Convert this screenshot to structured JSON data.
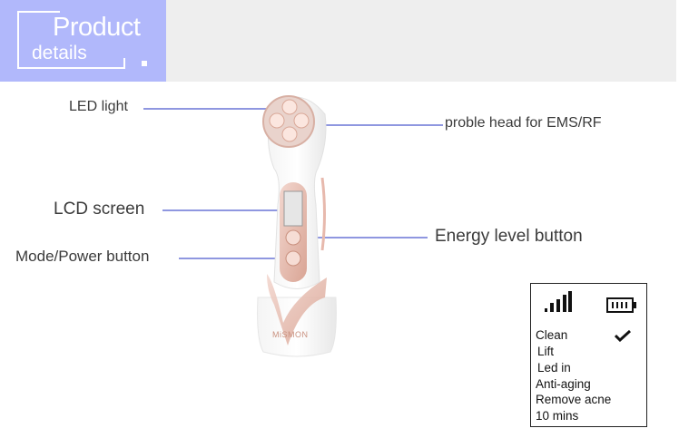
{
  "header": {
    "title": "Product",
    "subtitle": "details",
    "badge_color": "#b1b8fb",
    "band_color": "#eeeeee"
  },
  "callouts": {
    "led_light": "LED light",
    "probe_head": "proble head for EMS/RF",
    "lcd_screen": "LCD screen",
    "energy_button": "Energy level button",
    "mode_power_button": "Mode/Power button",
    "leader_color": "#8f97e0"
  },
  "device": {
    "brand": "MiSMON",
    "accent_color": "#e7b9ad"
  },
  "lcd_panel": {
    "signal_icon": "signal-bars-icon",
    "battery_icon": "battery-icon",
    "check_icon": "checkmark-icon",
    "modes": [
      "Clean",
      "Lift",
      "Led in",
      "Anti-aging",
      "Remove acne",
      "10 mins"
    ],
    "selected_mode": "Clean"
  }
}
